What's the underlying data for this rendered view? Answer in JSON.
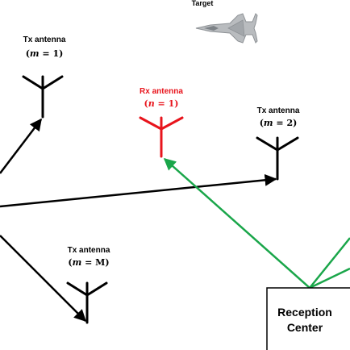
{
  "target": {
    "label": "Target"
  },
  "tx_antennas": [
    {
      "id": "tx1",
      "title": "Tx antenna",
      "index_open": "(",
      "index_var": "m",
      "index_eq": " = ",
      "index_val": "1",
      "index_close": ")"
    },
    {
      "id": "tx2",
      "title": "Tx antenna",
      "index_open": "(",
      "index_var": "m",
      "index_eq": " = ",
      "index_val": "2",
      "index_close": ")"
    },
    {
      "id": "txM",
      "title": "Tx antenna",
      "index_open": "(",
      "index_var": "m",
      "index_eq": " = ",
      "index_val": "M",
      "index_close": ")"
    }
  ],
  "rx_antenna": {
    "title": "Rx antenna",
    "index_open": "(",
    "index_var": "n",
    "index_eq": " = ",
    "index_val": "1",
    "index_close": ")"
  },
  "reception_center": {
    "line1": "Reception",
    "line2": "Center"
  },
  "colors": {
    "tx": "#000000",
    "rx": "#e8141c",
    "rx_label": "#e8141c",
    "rx_link": "#1aa64a",
    "aircraft_body": "#b9bcbf",
    "aircraft_edge": "#8e9296"
  }
}
